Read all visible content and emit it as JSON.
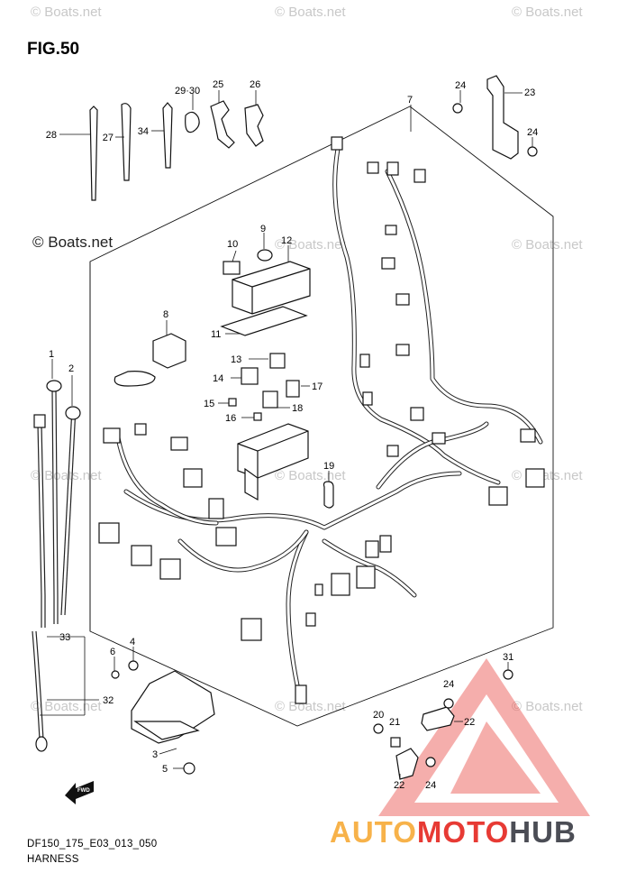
{
  "figure": {
    "title": "FIG.50",
    "code": "DF150_175_E03_013_050",
    "caption": "HARNESS"
  },
  "watermarks": {
    "big": "© Boats.net",
    "small": "© Boats.net"
  },
  "fwd_label": "FWD",
  "logo": {
    "part1": "AUTO",
    "part2": "MOTO",
    "part3": "HUB",
    "colors": {
      "auto": "#f7b24a",
      "moto": "#e73a34",
      "hub": "#4b4d55",
      "triangle": "#e73a34"
    }
  },
  "callouts": {
    "n1": "1",
    "n2": "2",
    "n3": "3",
    "n4": "4",
    "n5": "5",
    "n6": "6",
    "n7": "7",
    "n8": "8",
    "n9": "9",
    "n10": "10",
    "n11": "11",
    "n12": "12",
    "n13": "13",
    "n14": "14",
    "n15": "15",
    "n16": "16",
    "n17": "17",
    "n18": "18",
    "n19": "19",
    "n20": "20",
    "n21": "21",
    "n22a": "22",
    "n22b": "22",
    "n23": "23",
    "n24a": "24",
    "n24b": "24",
    "n24c": "24",
    "n24d": "24",
    "n25": "25",
    "n26": "26",
    "n27": "27",
    "n28": "28",
    "n2930": "29·30",
    "n31": "31",
    "n32": "32",
    "n33": "33",
    "n34": "34"
  }
}
